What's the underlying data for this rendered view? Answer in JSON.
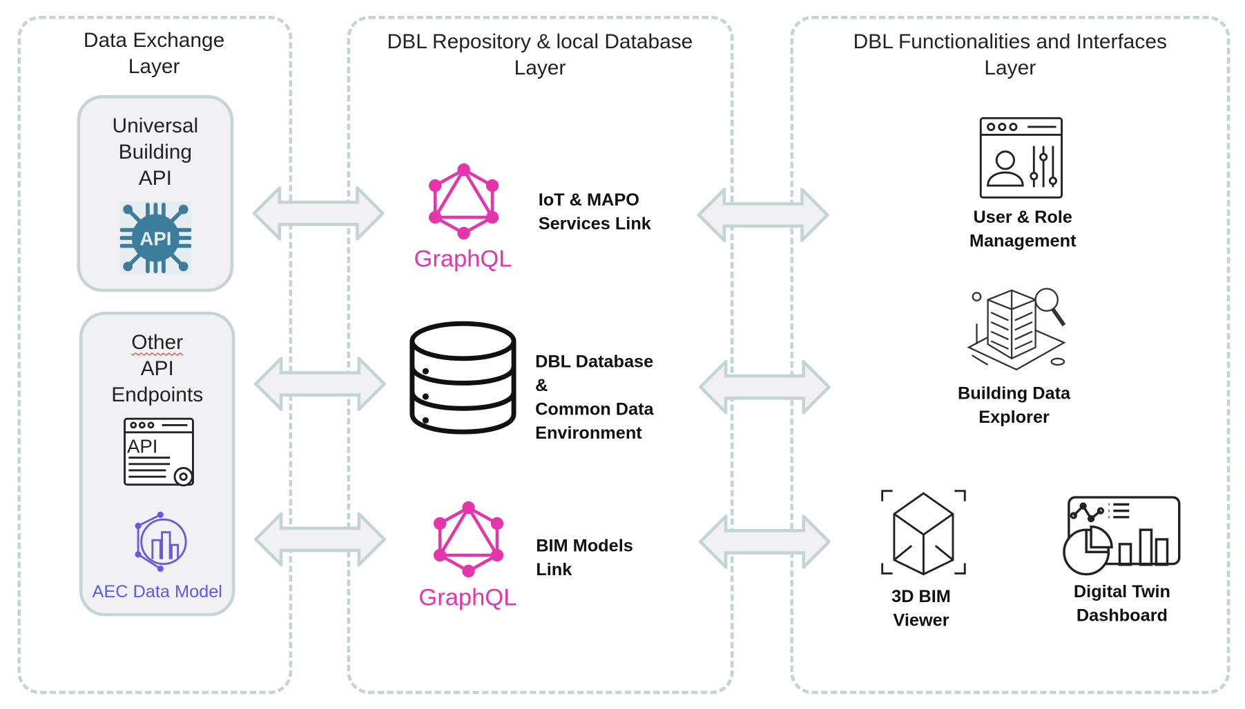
{
  "layers": {
    "data_exchange": {
      "title_line1": "Data Exchange",
      "title_line2": "Layer"
    },
    "repository": {
      "title_line1": "DBL Repository & local Database",
      "title_line2": "Layer"
    },
    "functionalities": {
      "title_line1": "DBL Functionalities and Interfaces",
      "title_line2": "Layer"
    }
  },
  "data_exchange": {
    "universal_api": {
      "lines": [
        "Universal",
        "Building",
        "API"
      ],
      "icon": "api-chip-icon",
      "icon_text": "API"
    },
    "other_endpoints": {
      "lines": [
        "Other",
        "API",
        "Endpoints"
      ],
      "icon": "api-window-gear-icon",
      "icon_text": "API",
      "aec_label": "AEC Data Model",
      "aec_icon": "aec-data-model-icon"
    }
  },
  "repository": {
    "iot_link": {
      "logo_text": "GraphQL",
      "lines": [
        "IoT & MAPO",
        "Services Link"
      ]
    },
    "database": {
      "icon": "database-icon",
      "lines": [
        "DBL Database",
        "&",
        "Common Data",
        "Environment"
      ]
    },
    "bim_link": {
      "logo_text": "GraphQL",
      "lines": [
        "BIM Models",
        "Link"
      ]
    }
  },
  "functionalities": {
    "user_role": {
      "icon": "user-settings-window-icon",
      "lines": [
        "User & Role",
        "Management"
      ]
    },
    "building_explorer": {
      "icon": "building-search-icon",
      "lines": [
        "Building Data",
        "Explorer"
      ]
    },
    "bim_viewer": {
      "icon": "3d-cube-icon",
      "lines": [
        "3D BIM",
        "Viewer"
      ]
    },
    "dashboard": {
      "icon": "dashboard-icon",
      "lines": [
        "Digital Twin",
        "Dashboard"
      ]
    }
  },
  "colors": {
    "graphql": "#e535ab",
    "aec": "#5a5af0",
    "border": "#c3d4d4",
    "api_chip": "#3d7d9c"
  }
}
